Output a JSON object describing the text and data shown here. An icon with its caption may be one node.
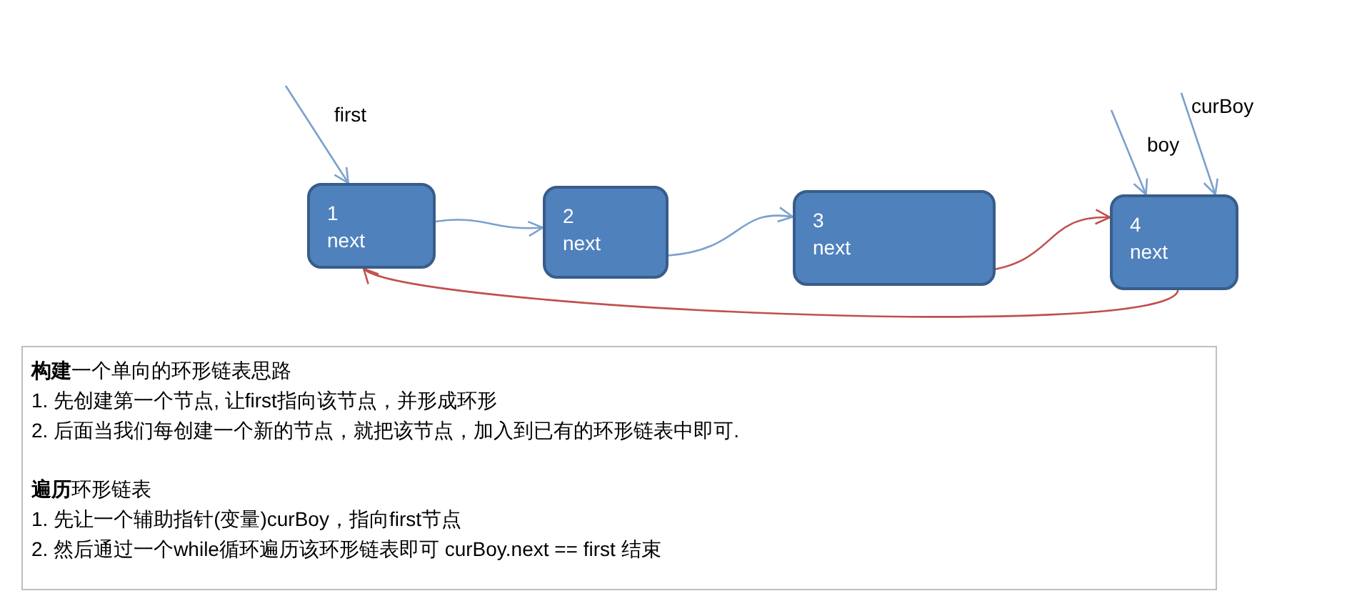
{
  "diagram": {
    "nodes": [
      {
        "text": [
          "1",
          "next"
        ]
      },
      {
        "text": [
          "2",
          "next"
        ]
      },
      {
        "text": [
          "3",
          "next"
        ]
      },
      {
        "text": [
          "4",
          "next"
        ]
      },
      {
        "text": [
          "**构建**一个单向的环形链表思路",
          "1. 先创建第一个节点, 让first指向该节点，并形成环形",
          "2. 后面当我们每创建一个新的节点，就把该节点，加入到已有的环形链表中即可.",
          "**遍历**环形链表",
          "1. 先让一个辅助指针(变量)curBoy，指向first节点",
          "2. 然后通过一个while循环遍历该环形链表即可 curBoy.next == first 结束"
        ]
      }
    ],
    "edges": [
      {
        "from": null,
        "to": 0,
        "arrow": "to",
        "label": "first"
      },
      {
        "from": 0,
        "to": 1,
        "arrow": "to"
      },
      {
        "from": 1,
        "to": 2,
        "arrow": "to"
      },
      {
        "from": 2,
        "to": 3,
        "arrow": "to",
        "color": "#c0504d"
      },
      {
        "from": 3,
        "to": 0,
        "arrow": "to",
        "color": "#c0504d"
      },
      {
        "from": null,
        "to": 3,
        "arrow": "to",
        "label": "boy"
      },
      {
        "from": null,
        "to": 3,
        "arrow": "to",
        "label": "curBoy"
      }
    ]
  }
}
